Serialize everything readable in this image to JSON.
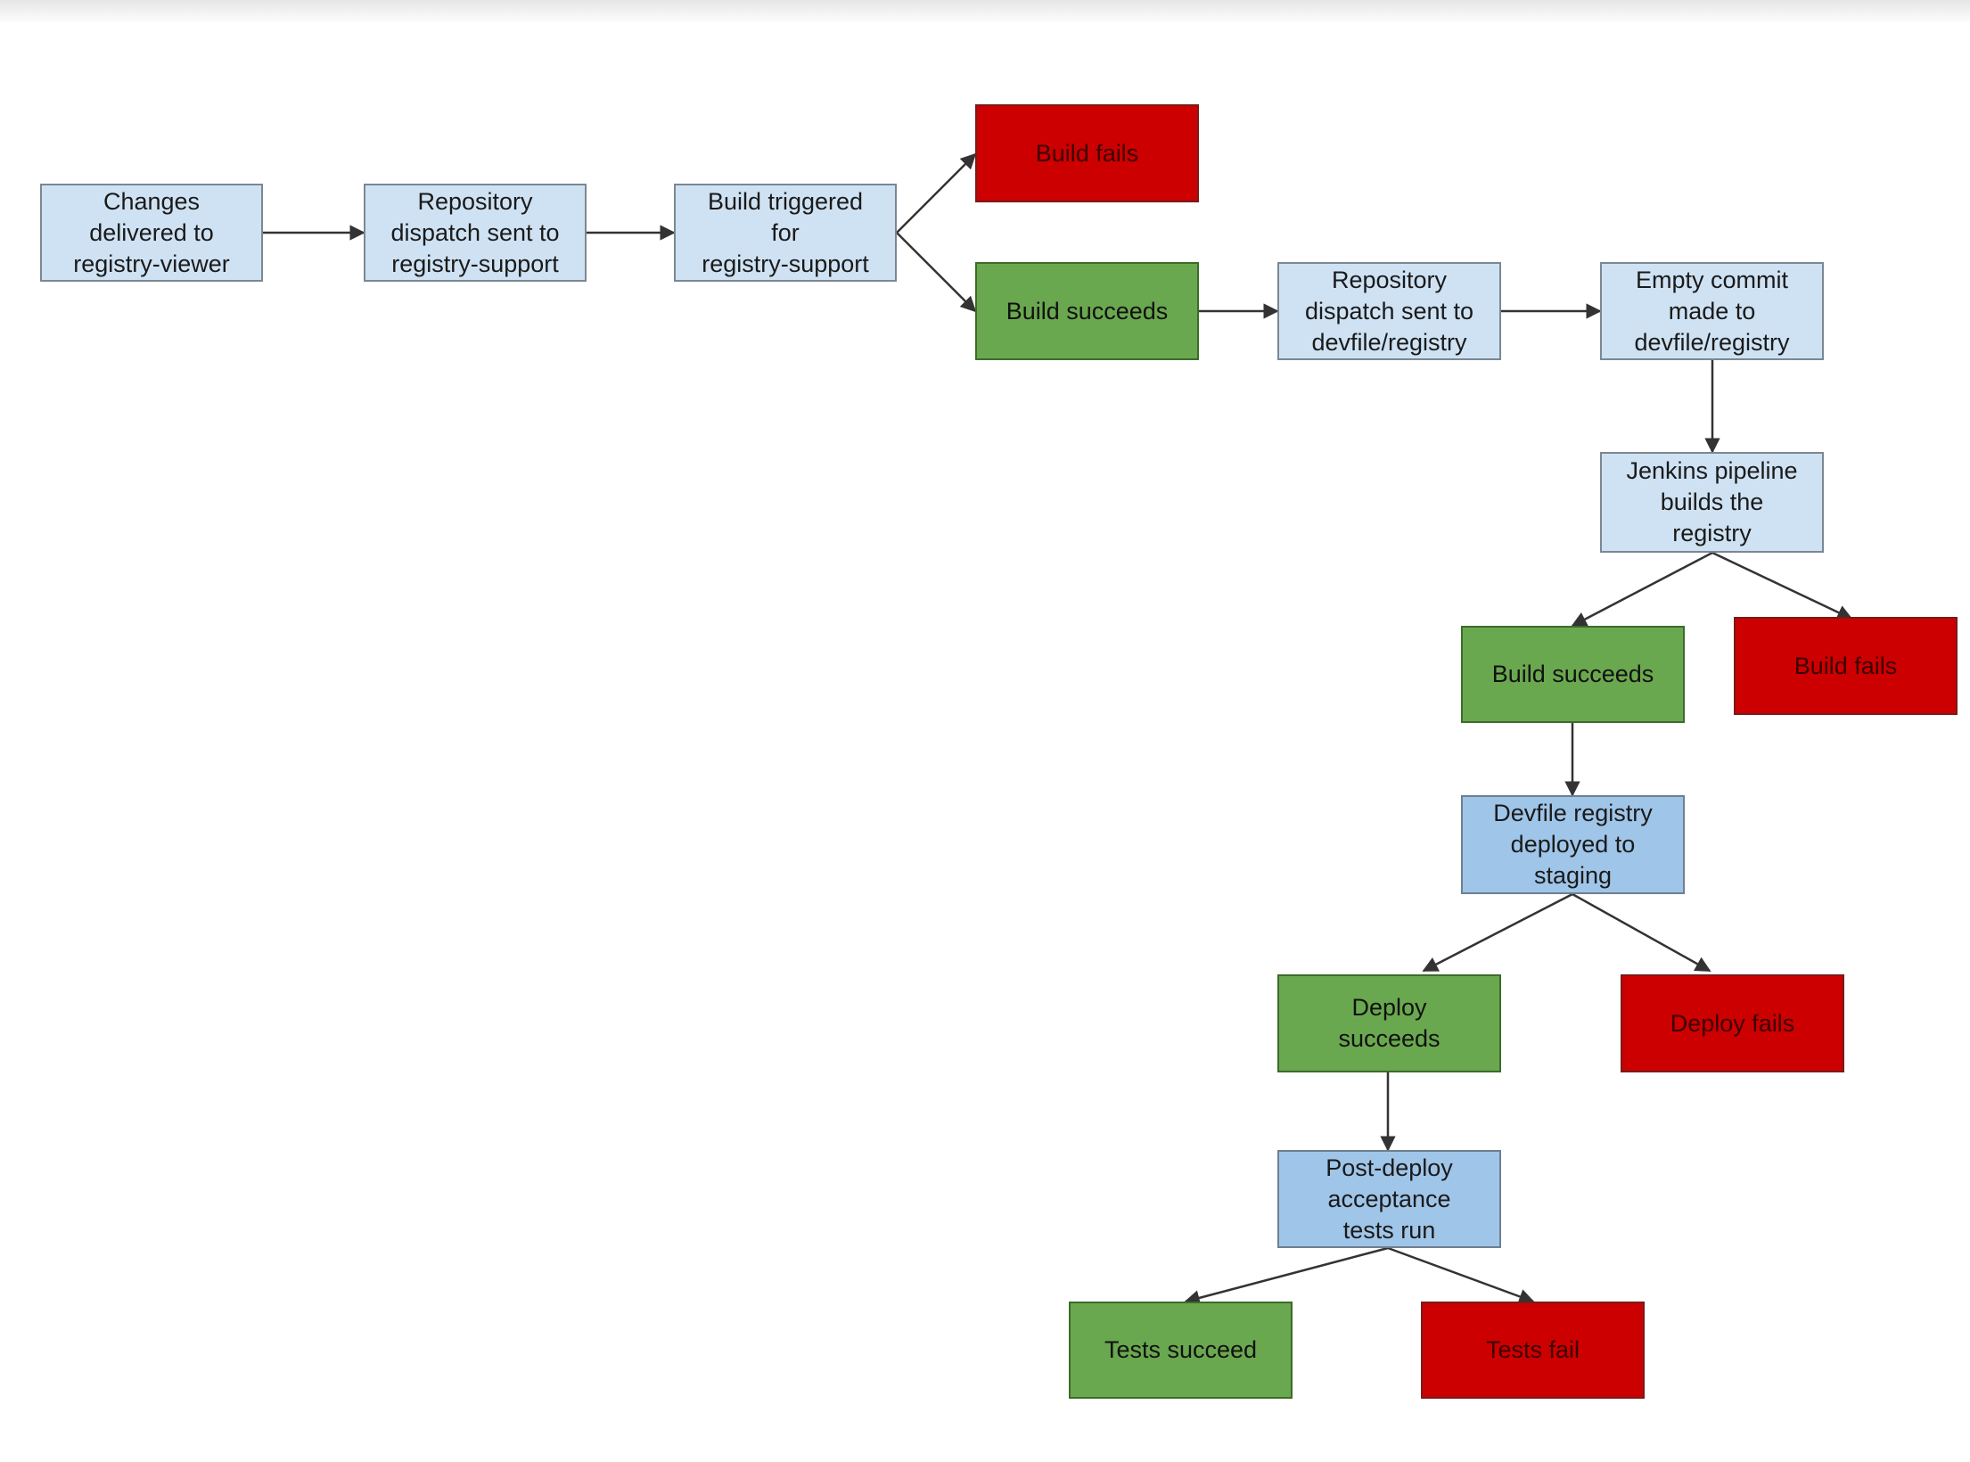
{
  "diagram": {
    "nodes": [
      {
        "id": "changes-delivered",
        "label": "Changes\ndelivered to\nregistry-viewer",
        "kind": "light"
      },
      {
        "id": "dispatch-registry-support",
        "label": "Repository\ndispatch sent to\nregistry-support",
        "kind": "light"
      },
      {
        "id": "build-triggered",
        "label": "Build triggered\nfor\nregistry-support",
        "kind": "light"
      },
      {
        "id": "build-fails-1",
        "label": "Build fails",
        "kind": "red"
      },
      {
        "id": "build-succeeds-1",
        "label": "Build succeeds",
        "kind": "green"
      },
      {
        "id": "dispatch-devfile-registry",
        "label": "Repository\ndispatch sent to\ndevfile/registry",
        "kind": "light"
      },
      {
        "id": "empty-commit",
        "label": "Empty commit\nmade to\ndevfile/registry",
        "kind": "light"
      },
      {
        "id": "jenkins-pipeline",
        "label": "Jenkins pipeline\nbuilds the\nregistry",
        "kind": "light"
      },
      {
        "id": "build-succeeds-2",
        "label": "Build succeeds",
        "kind": "green"
      },
      {
        "id": "build-fails-2",
        "label": "Build fails",
        "kind": "red"
      },
      {
        "id": "deployed-staging",
        "label": "Devfile registry\ndeployed to\nstaging",
        "kind": "mid"
      },
      {
        "id": "deploy-succeeds",
        "label": "Deploy\nsucceeds",
        "kind": "green"
      },
      {
        "id": "deploy-fails",
        "label": "Deploy fails",
        "kind": "red"
      },
      {
        "id": "acceptance-tests",
        "label": "Post-deploy\nacceptance\ntests run",
        "kind": "mid"
      },
      {
        "id": "tests-succeed",
        "label": "Tests succeed",
        "kind": "green"
      },
      {
        "id": "tests-fail",
        "label": "Tests fail",
        "kind": "red"
      }
    ],
    "edges": [
      {
        "from": "changes-delivered",
        "to": "dispatch-registry-support"
      },
      {
        "from": "dispatch-registry-support",
        "to": "build-triggered"
      },
      {
        "from": "build-triggered",
        "to": "build-fails-1"
      },
      {
        "from": "build-triggered",
        "to": "build-succeeds-1"
      },
      {
        "from": "build-succeeds-1",
        "to": "dispatch-devfile-registry"
      },
      {
        "from": "dispatch-devfile-registry",
        "to": "empty-commit"
      },
      {
        "from": "empty-commit",
        "to": "jenkins-pipeline"
      },
      {
        "from": "jenkins-pipeline",
        "to": "build-succeeds-2"
      },
      {
        "from": "jenkins-pipeline",
        "to": "build-fails-2"
      },
      {
        "from": "build-succeeds-2",
        "to": "deployed-staging"
      },
      {
        "from": "deployed-staging",
        "to": "deploy-succeeds"
      },
      {
        "from": "deployed-staging",
        "to": "deploy-fails"
      },
      {
        "from": "deploy-succeeds",
        "to": "acceptance-tests"
      },
      {
        "from": "acceptance-tests",
        "to": "tests-succeed"
      },
      {
        "from": "acceptance-tests",
        "to": "tests-fail"
      }
    ]
  }
}
